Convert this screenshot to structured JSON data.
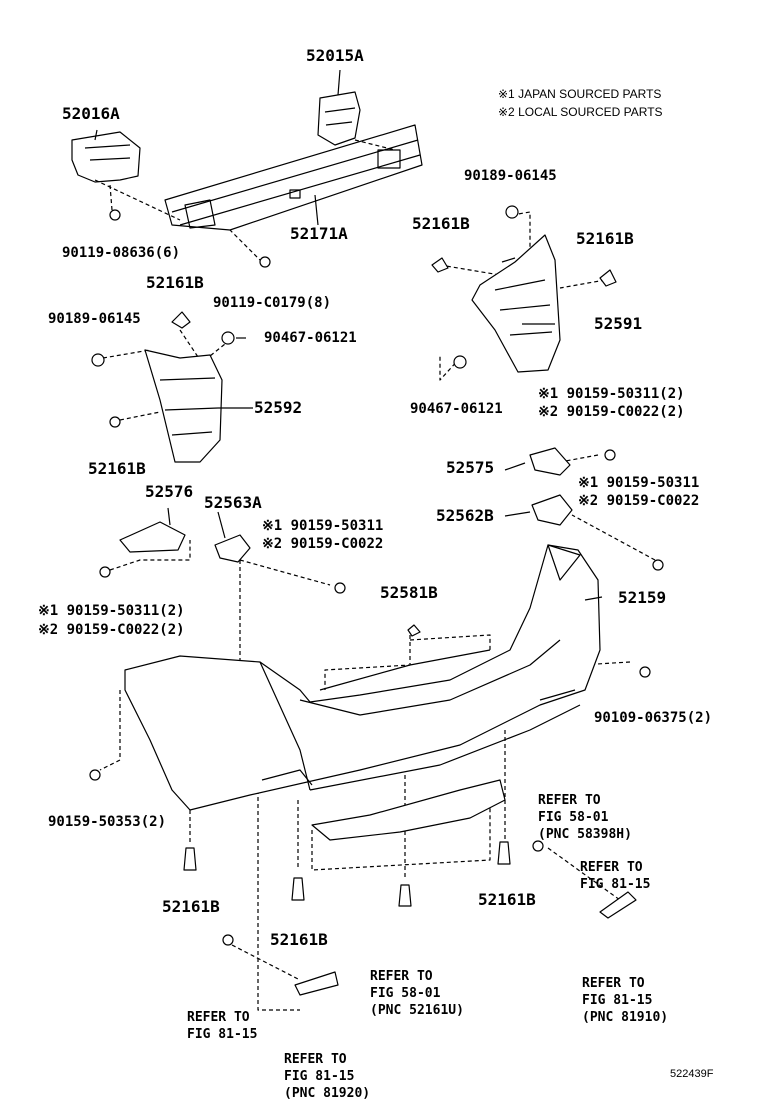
{
  "notes": [
    "※1 JAPAN SOURCED PARTS",
    "※2 LOCAL SOURCED PARTS"
  ],
  "parts": {
    "p52015A": "52015A",
    "p52016A": "52016A",
    "p52171A": "52171A",
    "p90119_08636": "90119-08636(6)",
    "p90119_C0179": "90119-C0179(8)",
    "p52161B_a": "52161B",
    "p90189_a": "90189-06145",
    "p90467_a": "90467-06121",
    "p52592": "52592",
    "p52161B_b": "52161B",
    "p90189_b": "90189-06145",
    "p52161B_c": "52161B",
    "p52161B_d": "52161B",
    "p52591": "52591",
    "p90467_b": "90467-06121",
    "p52575_n1": "※1 90159-50311(2)",
    "p52575_n2": "※2 90159-C0022(2)",
    "p52575": "52575",
    "p52562B_n1": "※1 90159-50311",
    "p52562B_n2": "※2 90159-C0022",
    "p52562B": "52562B",
    "p52576": "52576",
    "p52563A": "52563A",
    "p52563A_n1": "※1 90159-50311",
    "p52563A_n2": "※2 90159-C0022",
    "p52576_n1": "※1 90159-50311(2)",
    "p52576_n2": "※2 90159-C0022(2)",
    "p52581B": "52581B",
    "p52159": "52159",
    "p90109": "90109-06375(2)",
    "p90159_50353": "90159-50353(2)",
    "p52161B_e": "52161B",
    "p52161B_f": "52161B",
    "p52161B_g": "52161B"
  },
  "refs": {
    "r58398": [
      "REFER TO",
      "FIG 58-01",
      "(PNC 58398H)"
    ],
    "r81_15_right": [
      "REFER TO",
      "FIG 81-15"
    ],
    "r52161U": [
      "REFER TO",
      "FIG 58-01",
      "(PNC 52161U)"
    ],
    "r81910": [
      "REFER TO",
      "FIG 81-15",
      "(PNC 81910)"
    ],
    "r81_15_left": [
      "REFER TO",
      "FIG 81-15"
    ],
    "r81920": [
      "REFER TO",
      "FIG 81-15",
      "(PNC 81920)"
    ]
  },
  "footer": "522439F"
}
